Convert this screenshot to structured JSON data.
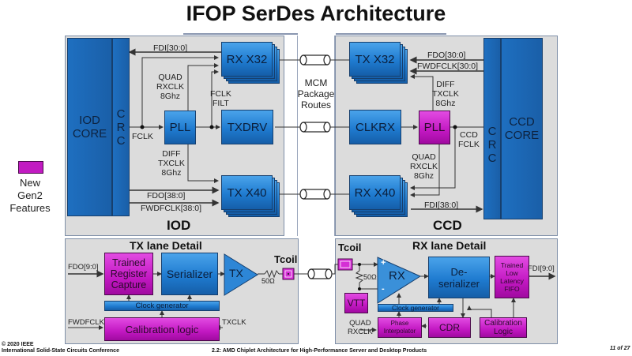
{
  "title": "IFOP SerDes Architecture",
  "legend": {
    "color": "#c21bc2",
    "label_lines": [
      "New",
      "Gen2",
      "Features"
    ]
  },
  "iod": {
    "section_label": "IOD",
    "core_lines": [
      "IOD",
      "CORE"
    ],
    "crc_letters": [
      "C",
      "R",
      "C"
    ],
    "blocks": {
      "rx": "RX X32",
      "pll": "PLL",
      "txdrv": "TXDRV",
      "tx": "TX X40"
    },
    "signals": {
      "fdi": "FDI[30:0]",
      "quad_rxclk": [
        "QUAD",
        "RXCLK",
        "8Ghz"
      ],
      "fclk_filt": [
        "FCLK",
        "FILT"
      ],
      "fclk": "FCLK",
      "diff_txclk": [
        "DIFF",
        "TXCLK",
        "8Ghz"
      ],
      "fdo": "FDO[38:0]",
      "fwdfclk": "FWDFCLK[38:0]"
    }
  },
  "mcm": {
    "label_lines": [
      "MCM",
      "Package",
      "Routes"
    ]
  },
  "ccd": {
    "section_label": "CCD",
    "core_lines": [
      "CCD",
      "CORE"
    ],
    "crc_letters": [
      "C",
      "R",
      "C"
    ],
    "blocks": {
      "tx": "TX X32",
      "clkrx": "CLKRX",
      "pll": "PLL",
      "rx": "RX X40"
    },
    "signals": {
      "fdo": "FDO[30:0]",
      "fwdfclk": "FWDFCLK[30:0]",
      "diff_txclk": [
        "DIFF",
        "TXCLK",
        "8Ghz"
      ],
      "ccd_fclk": [
        "CCD",
        "FCLK"
      ],
      "quad_rxclk": [
        "QUAD",
        "RXCLK",
        "8Ghz"
      ],
      "fdi": "FDI[38:0]"
    }
  },
  "tx_lane": {
    "header": "TX lane Detail",
    "input": "FDO[9:0]",
    "register_capture_lines": [
      "Trained",
      "Register",
      "Capture"
    ],
    "serializer": "Serializer",
    "tx": "TX",
    "resistor": "50Ω",
    "tcoil": "Tcoil",
    "clock_generator": "Clock generator",
    "calibration": "Calibration logic",
    "fwdfclk": "FWDFCLK",
    "txclk": "TXCLK"
  },
  "rx_lane": {
    "header": "RX lane Detail",
    "tcoil": "Tcoil",
    "rx": "RX",
    "plus": "+",
    "minus": "-",
    "resistor": "50Ω",
    "vtt": "VTT",
    "deserializer_lines": [
      "De-",
      "serializer"
    ],
    "fifo_lines": [
      "Trained",
      "Low",
      "Latency",
      "FIFO"
    ],
    "output": "FDI[9:0]",
    "clock_generator": "Clock generator",
    "quad_rxclk": [
      "QUAD",
      "RXCLK"
    ],
    "phase_interpolator_lines": [
      "Phase",
      "Interpolator"
    ],
    "cdr": "CDR",
    "calibration_lines": [
      "Calibration",
      "Logic"
    ]
  },
  "footer": {
    "copyright": "© 2020 IEEE",
    "conference": "International Solid-State Circuits Conference",
    "talk": "2.2: AMD Chiplet Architecture for High-Performance Server and Desktop Products",
    "page": "11 of 27"
  }
}
